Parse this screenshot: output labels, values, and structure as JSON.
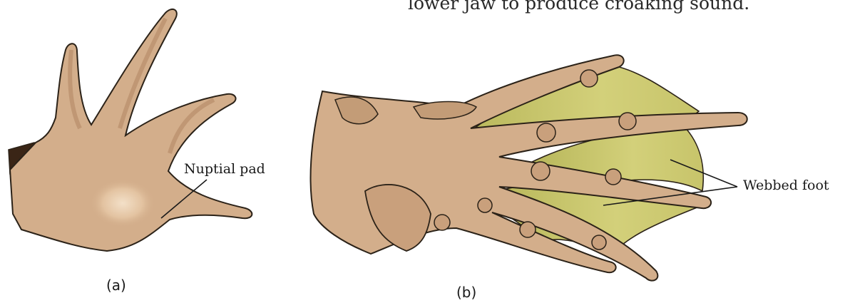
{
  "top_text": "lower jaw to produce croaking sound.",
  "labels": {
    "nuptial_pad": "Nuptial pad",
    "webbed_foot": "Webbed foot"
  },
  "captions": {
    "a": "(a)",
    "b": "(b)"
  },
  "colors": {
    "skin": "#d3ae8b",
    "skin_dark": "#a87d59",
    "web": "#cbc86c",
    "outline": "#2b2218",
    "patch": "#3a2516"
  }
}
